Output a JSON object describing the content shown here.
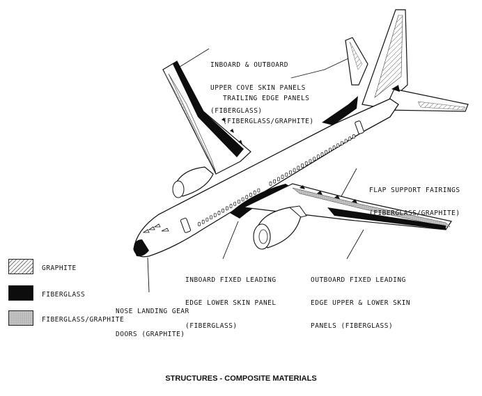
{
  "callouts": {
    "upper_cove": [
      "INBOARD & OUTBOARD",
      "UPPER COVE SKIN PANELS",
      "(FIBERGLASS)"
    ],
    "trailing_edge": [
      "TRAILING EDGE PANELS",
      "(FIBERGLASS/GRAPHITE)"
    ],
    "flap_support": [
      "FLAP SUPPORT FAIRINGS",
      "(FIBERGLASS/GRAPHITE)"
    ],
    "inboard_leading": [
      "INBOARD FIXED LEADING",
      "EDGE LOWER SKIN PANEL",
      "(FIBERGLASS)"
    ],
    "outboard_leading": [
      "OUTBOARD FIXED LEADING",
      "EDGE UPPER & LOWER SKIN",
      "PANELS (FIBERGLASS)"
    ],
    "nose_gear": [
      "NOSE LANDING GEAR",
      "DOORS (GRAPHITE)"
    ]
  },
  "legend": {
    "items": [
      {
        "label": "GRAPHITE",
        "pattern": "hatch"
      },
      {
        "label": "FIBERGLASS",
        "pattern": "solid"
      },
      {
        "label": "FIBERGLASS/GRAPHITE",
        "pattern": "stipple"
      }
    ]
  },
  "caption": "STRUCTURES - COMPOSITE MATERIALS",
  "colors": {
    "ink": "#111111",
    "fiberglass": "#0d0d0d",
    "stipple": "#b5b5b5",
    "paper": "#ffffff"
  }
}
